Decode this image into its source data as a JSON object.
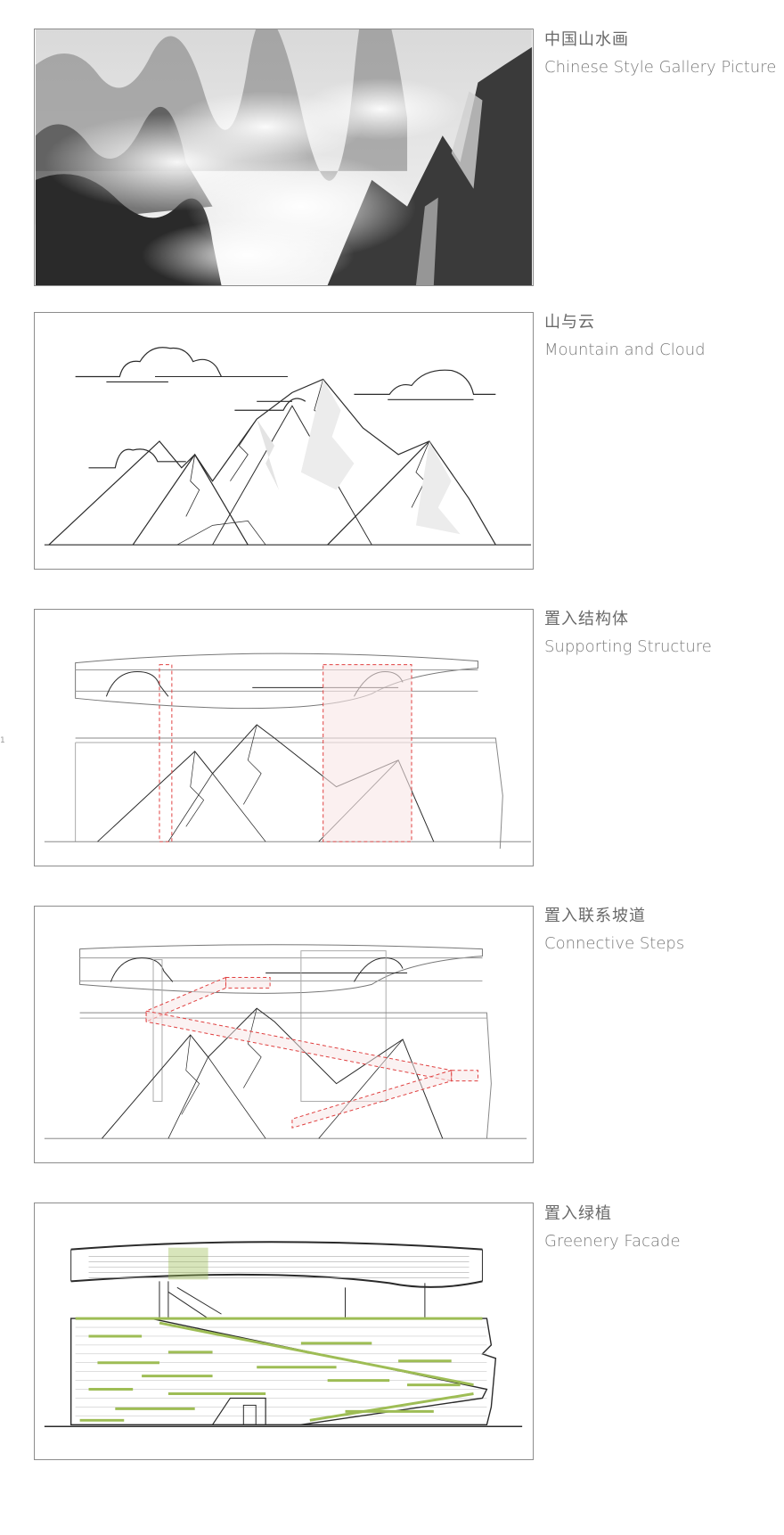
{
  "panels": [
    {
      "title_zh": "中国山水画",
      "title_en": "Chinese Style Gallery Picture",
      "kind": "ink-painting"
    },
    {
      "title_zh": "山与云",
      "title_en": "Mountain and Cloud",
      "kind": "line-drawing"
    },
    {
      "title_zh": "置入结构体",
      "title_en": "Supporting Structure",
      "kind": "structure"
    },
    {
      "title_zh": "置入联系坡道",
      "title_en": "Connective Steps",
      "kind": "ramp"
    },
    {
      "title_zh": "置入绿植",
      "title_en": "Greenery Facade",
      "kind": "greenery"
    }
  ],
  "edge_marks": [
    "1"
  ],
  "colors": {
    "frame": "#8c8c8c",
    "line": "#2a2a2a",
    "accent_red": "#e04040",
    "accent_red_fill": "#f8e6e6",
    "green": "#9ebd55",
    "caption": "#6f6f6f"
  }
}
